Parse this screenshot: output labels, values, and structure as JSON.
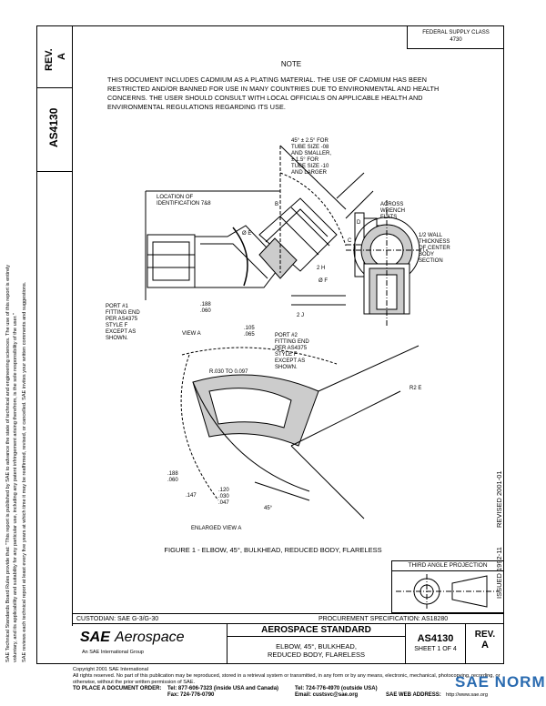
{
  "header": {
    "rev_label": "REV.",
    "rev_value": "A",
    "doc_number": "AS4130",
    "federal_supply_class": "FEDERAL SUPPLY CLASS",
    "fsc_code": "4730"
  },
  "note": {
    "title": "NOTE",
    "lines": [
      "THIS DOCUMENT INCLUDES CADMIUM AS A PLATING MATERIAL. THE USE OF CADMIUM HAS BEEN",
      "RESTRICTED AND/OR BANNED FOR USE IN MANY COUNTRIES DUE TO ENVIRONMENTAL AND HEALTH",
      "CONCERNS. THE USER SHOULD CONSULT WITH LOCAL OFFICIALS ON APPLICABLE HEALTH AND",
      "ENVIRONMENTAL REGULATIONS REGARDING ITS USE."
    ]
  },
  "drawing": {
    "labels": {
      "angle_note": [
        "45° ± 2.5° FOR",
        "TUBE SIZE -08",
        "AND SMALLER,",
        "± 1.5° FOR",
        "TUBE SIZE -10",
        "AND LARGER"
      ],
      "location_id": [
        "LOCATION OF",
        "IDENTIFICATION 7&8"
      ],
      "across_flats": [
        "ACROSS",
        "WRENCH",
        "FLATS"
      ],
      "wall_thickness": [
        "1/2 WALL",
        "THICKNESS",
        "OF CENTER",
        "BODY",
        "SECTION"
      ],
      "port1": [
        "PORT #1",
        "FITTING END",
        "PER AS4375",
        "STYLE F",
        "EXCEPT AS",
        "SHOWN."
      ],
      "port2": [
        "PORT #2",
        "FITTING END",
        "PER AS4375",
        "STYLE F",
        "EXCEPT AS",
        "SHOWN."
      ],
      "view_a": "VIEW A",
      "dim_188": [
        ".188",
        ".060"
      ],
      "dim_105": [
        ".105",
        ".065"
      ],
      "dim_b": "B",
      "dim_c": "C",
      "dim_d": "D",
      "dim_e": "Ø E",
      "dim_f": "Ø F",
      "dim_h": "2 H",
      "dim_j": "2 J",
      "enlarged_note": "R.030 TO 0.097",
      "r_e": "R2 E",
      "dim_188b": [
        ".188",
        ".060"
      ],
      "dim_147": [
        ".147",
        ".120",
        ".030",
        ".047"
      ],
      "angle45": "45°",
      "enlarged_view": "ENLARGED VIEW A"
    }
  },
  "figure_caption": "FIGURE 1 - ELBOW, 45°, BULKHEAD, REDUCED BODY, FLARELESS",
  "third_angle": "THIRD ANGLE PROJECTION",
  "issued": "ISSUED 1992-11",
  "revised": "REVISED 2001-01",
  "custodian": "CUSTODIAN: SAE G-3/G-30",
  "procurement": "PROCUREMENT SPECIFICATION: AS18280",
  "title_block": {
    "brand_sae": "SAE",
    "brand_aero": "Aerospace",
    "brand_sub": "An SAE International Group",
    "standard": "AEROSPACE STANDARD",
    "title_line1": "ELBOW, 45°, BULKHEAD,",
    "title_line2": "REDUCED BODY, FLARELESS",
    "number": "AS4130",
    "sheet": "SHEET 1 OF 4",
    "rev_label": "REV.",
    "rev_value": "A"
  },
  "side_legal": [
    "SAE Technical Standards Board Rules provide that: \"This report is published by SAE to advance the state of technical and engineering sciences. The use of this report is entirely",
    "voluntary, and its applicability and suitability for any particular use, including any patent infringement arising therefrom, is the sole responsibility of the user.\"",
    "SAE reviews each technical report at least every five years at which time it may be reaffirmed, revised, or cancelled. SAE invites your written comments and suggestions."
  ],
  "footer": {
    "copyright": "Copyright 2001 SAE International",
    "rights": "All rights reserved. No part of this publication may be reproduced, stored in a retrieval system or transmitted, in any form or by any means, electronic, mechanical, photocopying, recording, or",
    "rights2": "otherwise, without the prior written permission of SAE.",
    "order_label": "TO PLACE A DOCUMENT ORDER:",
    "tel1": "Tel: 877-606-7323 (inside USA and Canada)",
    "fax": "Fax: 724-776-0790",
    "tel2": "Tel: 724-776-4970 (outside USA)",
    "email": "Email: custsvc@sae.org",
    "web_label": "SAE WEB ADDRESS:",
    "web": "http://www.sae.org"
  },
  "watermark": "SAE NORM"
}
